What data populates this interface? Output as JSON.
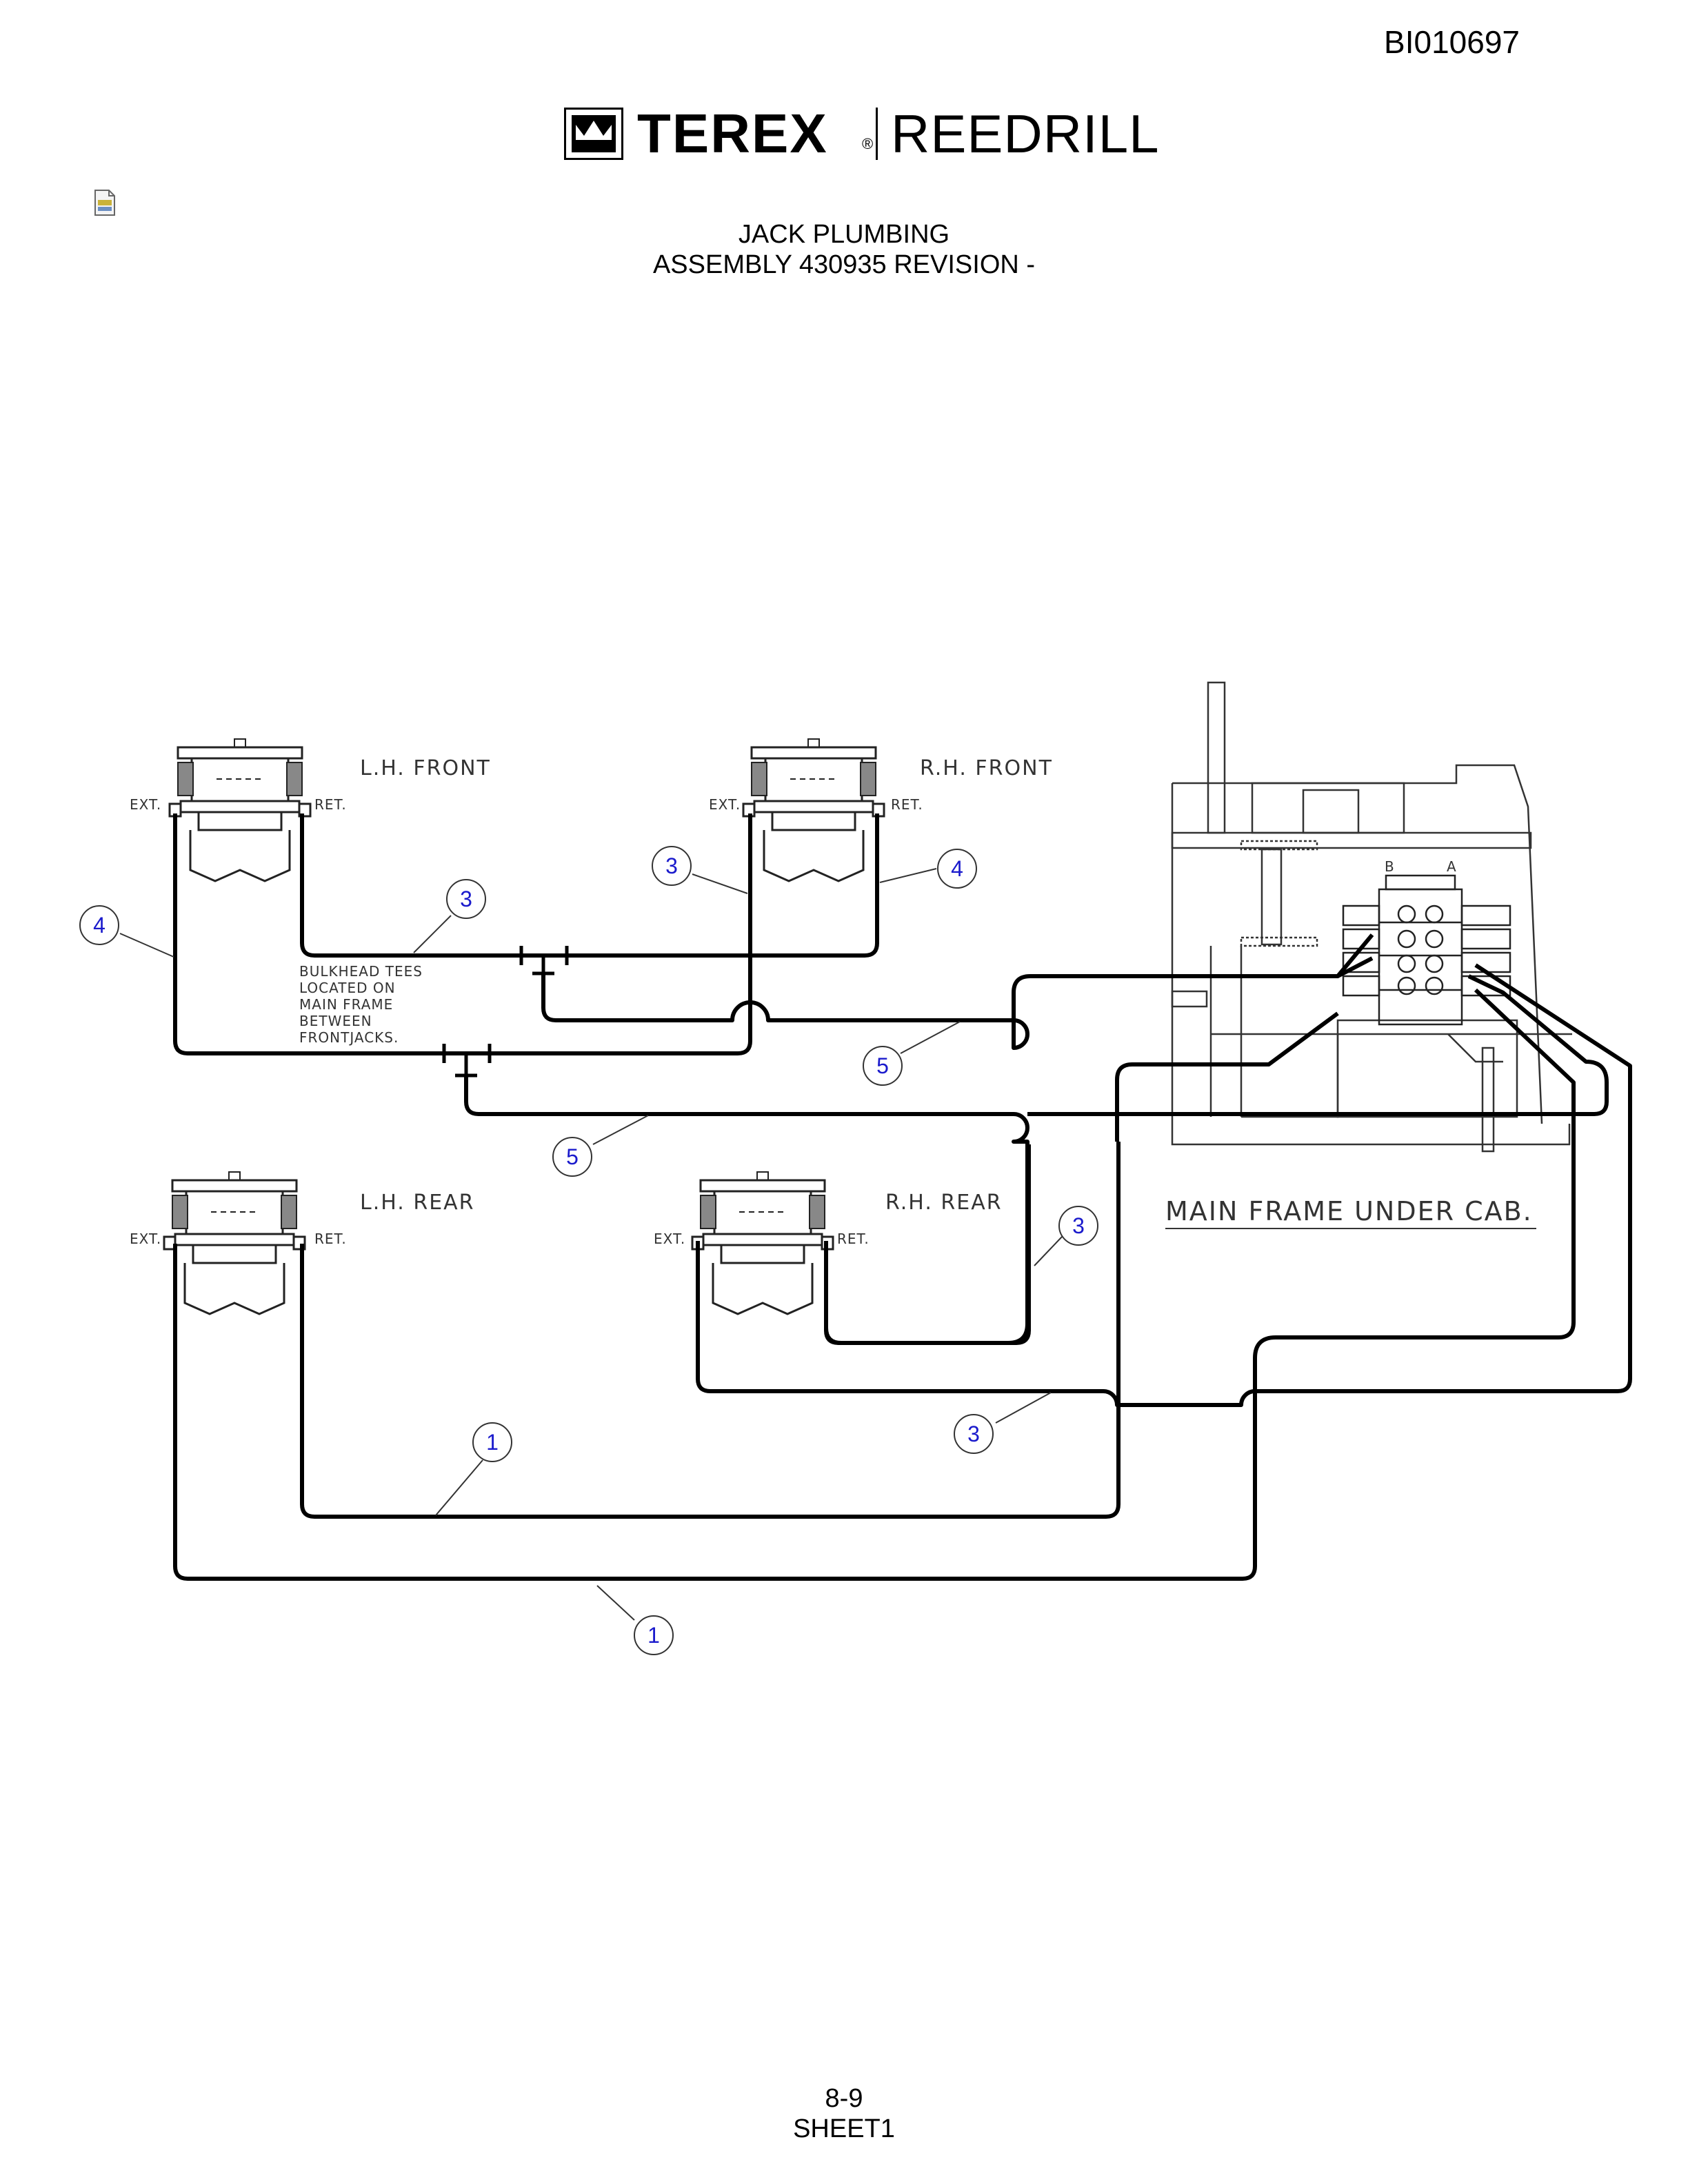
{
  "header": {
    "doc_id": "BI010697",
    "brand": "TEREX",
    "brand_reg": "®",
    "brand_sub": "REEDRILL"
  },
  "title": {
    "line1": "JACK PLUMBING",
    "line2": "ASSEMBLY 430935 REVISION -"
  },
  "jacks": {
    "lh_front": "L.H.  FRONT",
    "rh_front": "R.H.  FRONT",
    "lh_rear": "L.H.  REAR",
    "rh_rear": "R.H.  REAR",
    "ext": "EXT.",
    "ret": "RET."
  },
  "notes": {
    "bulkhead": [
      "BULKHEAD TEES",
      "LOCATED ON",
      "MAIN FRAME",
      "BETWEEN",
      "FRONTJACKS."
    ],
    "main_frame": "MAIN  FRAME  UNDER  CAB.",
    "valve_b": "B",
    "valve_a": "A"
  },
  "callouts": [
    "4",
    "3",
    "3",
    "4",
    "5",
    "5",
    "3",
    "3",
    "1",
    "1"
  ],
  "footer": {
    "page": "8-9",
    "sheet": "SHEET1"
  },
  "colors": {
    "callout_text": "#1a1acc",
    "line": "#000000"
  }
}
